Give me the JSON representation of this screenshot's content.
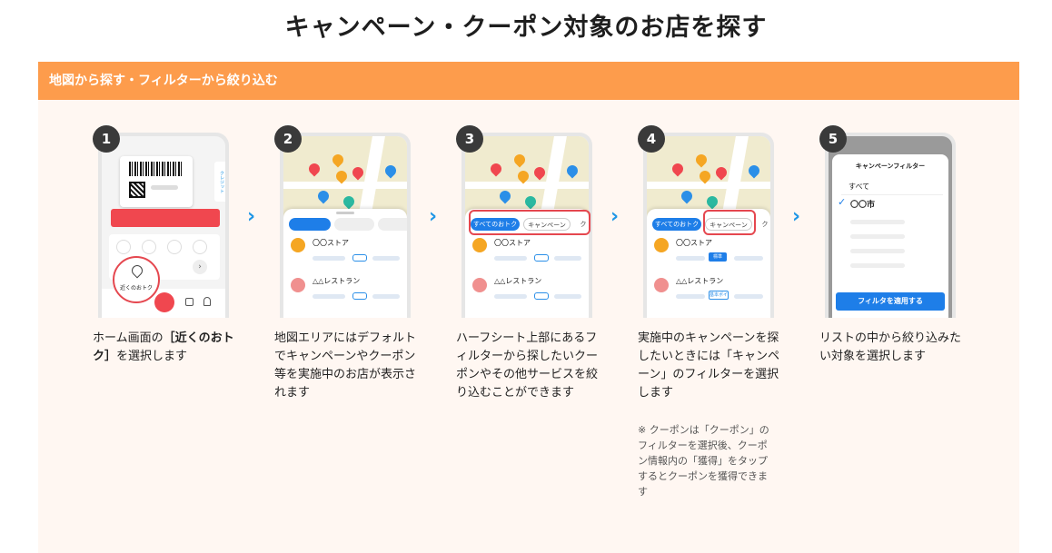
{
  "page": {
    "title": "キャンペーン・クーポン対象のお店を探す"
  },
  "section": {
    "header": "地図から探す・フィルターから絞り込む"
  },
  "steps": [
    {
      "number": "1",
      "desc_pre": "ホーム画面の",
      "desc_bold": "［近くのおトク］",
      "desc_post": "を選択します",
      "screen": {
        "near_label": "近くのおトク",
        "side_tab": "クレジット"
      }
    },
    {
      "number": "2",
      "desc": "地図エリアにはデフォルトでキャンペーンやクーポン等を実施中のお店が表示されます",
      "screen": {
        "store1": "〇〇ストア",
        "store2": "△△レストラン"
      }
    },
    {
      "number": "3",
      "desc": "ハーフシート上部にあるフィルターから探したいクーポンやその他サービスを絞り込むことができます",
      "screen": {
        "chip_all": "すべてのおトク",
        "chip_campaign": "キャンペーン",
        "chip_coupon": "ク",
        "store1": "〇〇ストア",
        "store2": "△△レストラン"
      }
    },
    {
      "number": "4",
      "desc": "実施中のキャンペーンを探したいときには「キャンペーン」のフィルターを選択します",
      "note": "※ クーポンは「クーポン」のフィルターを選択後、クーポン情報内の「獲得」をタップするとクーポンを獲得できます",
      "screen": {
        "chip_all": "すべてのおトク",
        "chip_campaign": "キャンペーン",
        "chip_coupon": "ク",
        "store1": "〇〇ストア",
        "store2": "△△レストラン",
        "tag1": "標準",
        "tag2": "基本ポイ"
      }
    },
    {
      "number": "5",
      "desc": "リストの中から絞り込みたい対象を選択します",
      "screen": {
        "filter_title": "キャンペーンフィルター",
        "option_all": "すべて",
        "option_city": "〇〇市",
        "apply_button": "フィルタを適用する"
      }
    }
  ],
  "colors": {
    "accent_orange": "#fd9c4c",
    "arrow_blue": "#1e96e6",
    "highlight_red": "#e5474f"
  },
  "icons": {
    "next": "chevron-right-icon",
    "location": "location-pin-icon",
    "check": "check-icon"
  }
}
